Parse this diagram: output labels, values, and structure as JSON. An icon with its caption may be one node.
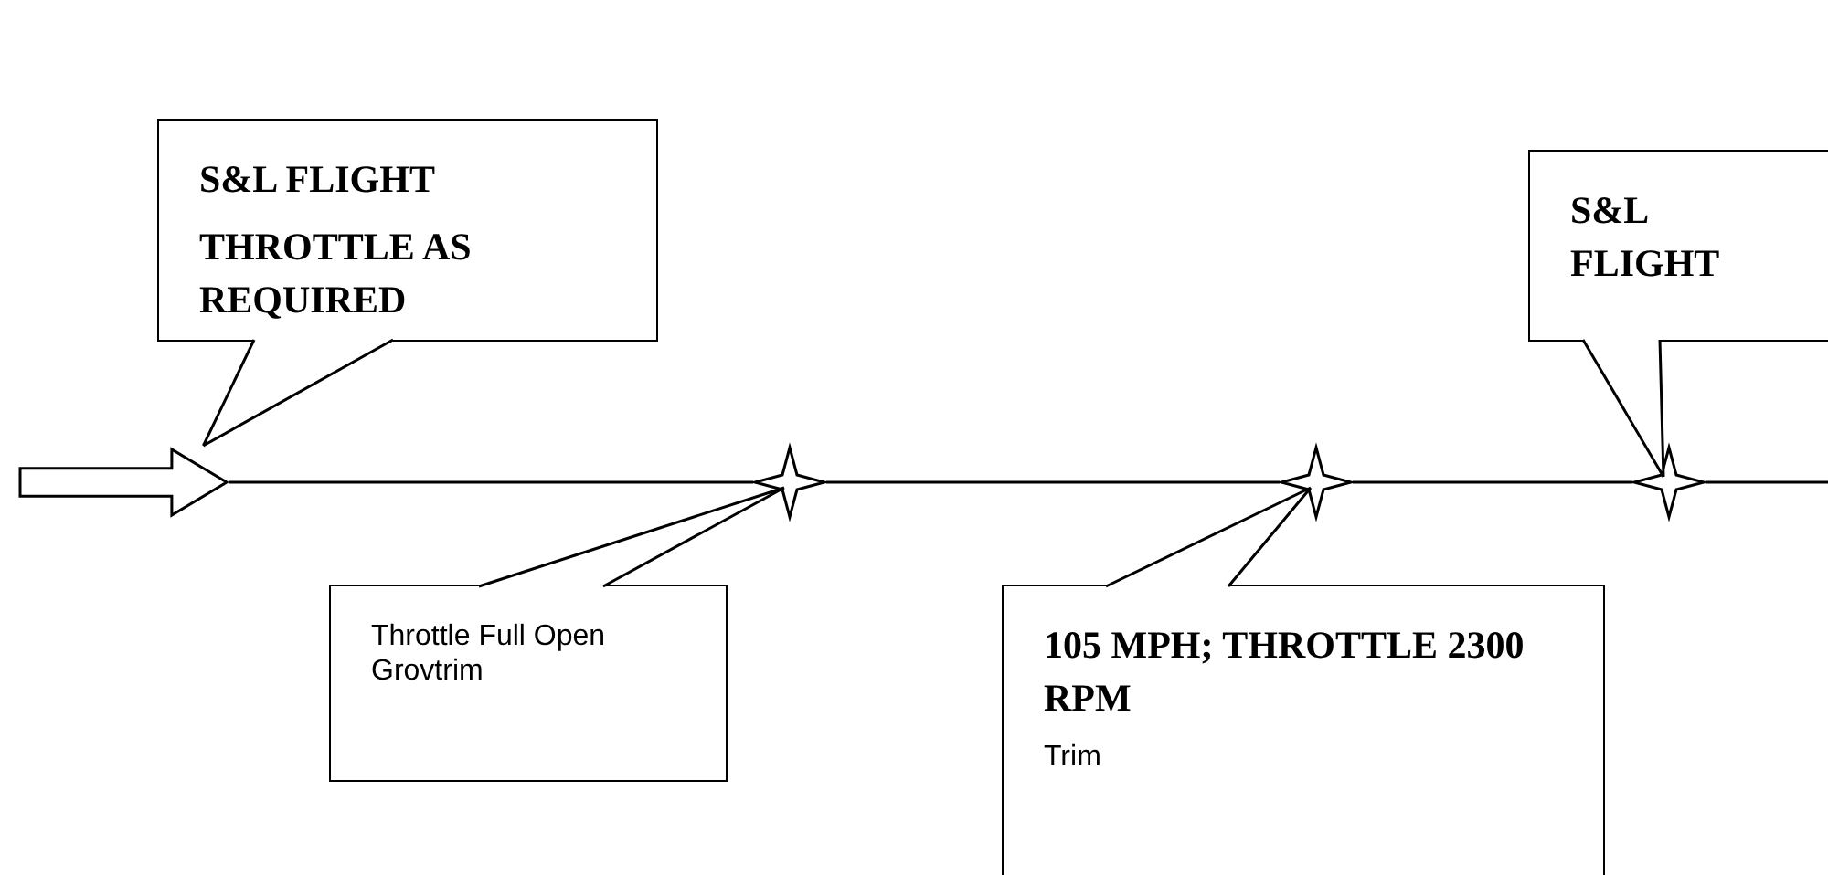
{
  "diagram": {
    "nodes": [
      {
        "text": [
          "S&L FLIGHT",
          "THROTTLE AS REQUIRED"
        ]
      },
      {
        "text": [
          "Throttle Full Open Grovtrim"
        ]
      },
      {
        "text": [
          "105 MPH; THROTTLE 2300 RPM",
          "Trim"
        ]
      },
      {
        "text": [
          "S&L FLIGHT"
        ]
      },
      {
        "text": [],
        "shape": "arrow"
      },
      {
        "text": [],
        "shape": "star"
      },
      {
        "text": [],
        "shape": "star"
      },
      {
        "text": [],
        "shape": "star"
      }
    ],
    "edges": [
      {
        "from": 0,
        "to": 4,
        "arrow": "none"
      },
      {
        "from": 1,
        "to": 5,
        "arrow": "none"
      },
      {
        "from": 2,
        "to": 6,
        "arrow": "none"
      },
      {
        "from": 3,
        "to": 7,
        "arrow": "none"
      },
      {
        "from": 4,
        "to": 5,
        "arrow": "none"
      },
      {
        "from": 5,
        "to": 6,
        "arrow": "none"
      },
      {
        "from": 6,
        "to": 7,
        "arrow": "none"
      },
      {
        "from": 7,
        "to": null,
        "arrow": "none"
      }
    ]
  }
}
